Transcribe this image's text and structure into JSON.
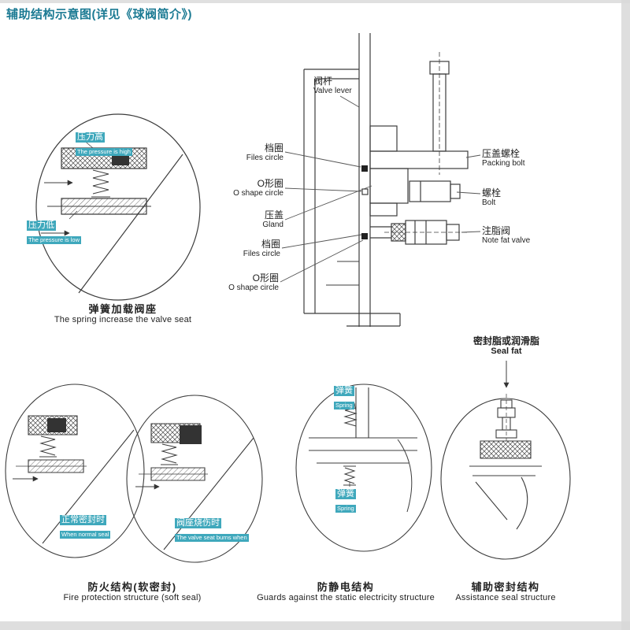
{
  "title": "辅助结构示意图(详见《球阀简介》)",
  "colors": {
    "accent": "#1b7a93",
    "highlight": "#3fa8bc",
    "line": "#3c3c3c",
    "edge": "#d8d8d8"
  },
  "spring_seat": {
    "pressure_high": {
      "cn": "压力高",
      "en": "The pressure is high"
    },
    "pressure_low": {
      "cn": "压力低",
      "en": "The pressure is low"
    },
    "caption": {
      "cn": "弹簧加载阀座",
      "en": "The spring increase the valve seat"
    }
  },
  "stem": {
    "valve_lever": {
      "cn": "阀杆",
      "en": "Valve lever"
    },
    "files_circle_1": {
      "cn": "档圈",
      "en": "Files circle"
    },
    "o_circle_1": {
      "cn": "O形圈",
      "en": "O shape circle"
    },
    "gland": {
      "cn": "压盖",
      "en": "Gland"
    },
    "files_circle_2": {
      "cn": "档圈",
      "en": "Files circle"
    },
    "o_circle_2": {
      "cn": "O形圈",
      "en": "O shape circle"
    },
    "packing_bolt": {
      "cn": "压盖螺栓",
      "en": "Packing bolt"
    },
    "bolt": {
      "cn": "螺栓",
      "en": "Bolt"
    },
    "grease_valve": {
      "cn": "注脂阀",
      "en": "Note fat valve"
    }
  },
  "fire": {
    "normal": {
      "cn": "正常密封时",
      "en": "When normal seal"
    },
    "burnt": {
      "cn": "阀座烧伤时",
      "en": "The valve seat burns when"
    },
    "caption": {
      "cn": "防火结构(软密封)",
      "en": "Fire protection structure (soft seal)"
    }
  },
  "antistatic": {
    "spring_top": {
      "cn": "弹簧",
      "en": "Spring"
    },
    "spring_bottom": {
      "cn": "弹簧",
      "en": "Spring"
    },
    "caption": {
      "cn": "防静电结构",
      "en": "Guards against the static electricity structure"
    }
  },
  "assist": {
    "seal_fat": {
      "cn": "密封脂或润滑脂",
      "en": "Seal fat"
    },
    "caption": {
      "cn": "辅助密封结构",
      "en": "Assistance seal structure"
    }
  }
}
